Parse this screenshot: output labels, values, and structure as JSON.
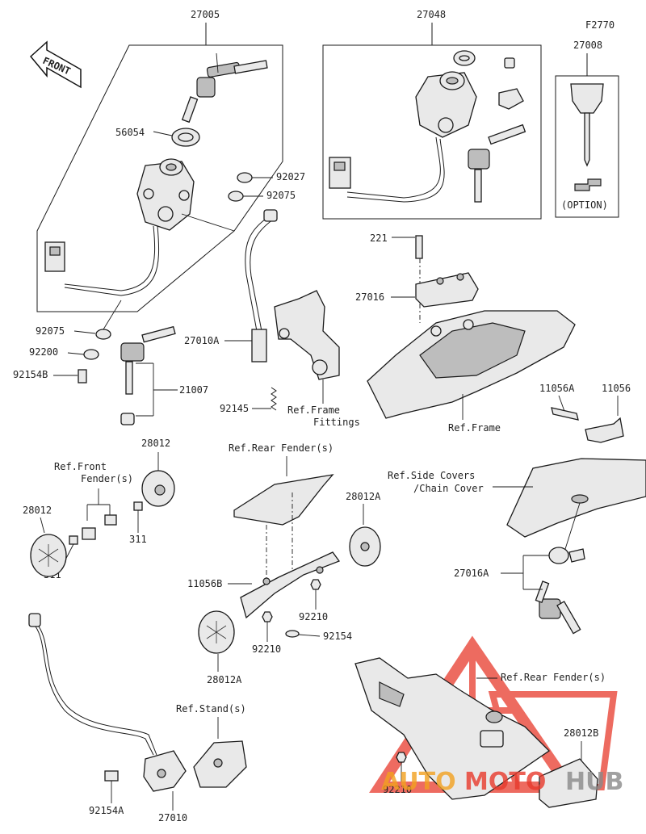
{
  "diagram_code": "F2770",
  "front_label": "FRONT",
  "option_label": "(OPTION)",
  "labels": {
    "p27005": "27005",
    "p27048": "27048",
    "p27008": "27008",
    "p56054": "56054",
    "p92027": "92027",
    "p92075a": "92075",
    "p92075b": "92075",
    "p92200": "92200",
    "p92154b": "92154B",
    "p21007": "21007",
    "p27010a": "27010A",
    "p92145": "92145",
    "p221": "221",
    "p27016": "27016",
    "p11056a": "11056A",
    "p11056": "11056",
    "p28012_top": "28012",
    "p28012_left": "28012",
    "p311_a": "311",
    "p311_b": "311",
    "p28012a_top": "28012A",
    "p28012a_bot": "28012A",
    "p11056b": "11056B",
    "p92210_a": "92210",
    "p92210_b": "92210",
    "p92210_c": "92210",
    "p92154": "92154",
    "p27016a": "27016A",
    "p28012b": "28012B",
    "p92154a": "92154A",
    "p27010": "27010"
  },
  "refs": {
    "frame_fittings_1": "Ref.Frame",
    "frame_fittings_2": "Fittings",
    "frame": "Ref.Frame",
    "front_fender_1": "Ref.Front",
    "front_fender_2": "Fender(s)",
    "rear_fender_top": "Ref.Rear Fender(s)",
    "side_covers_1": "Ref.Side Covers",
    "side_covers_2": "/Chain Cover",
    "rear_fender_bot": "Ref.Rear Fender(s)",
    "stand": "Ref.Stand(s)"
  },
  "watermark": {
    "part1": "AUTO",
    "part2": "MOTO",
    "part3": "HUB",
    "color_red": "#e83a2c",
    "color_orange": "#f2a11f",
    "color_gray": "#8a8a8a"
  }
}
